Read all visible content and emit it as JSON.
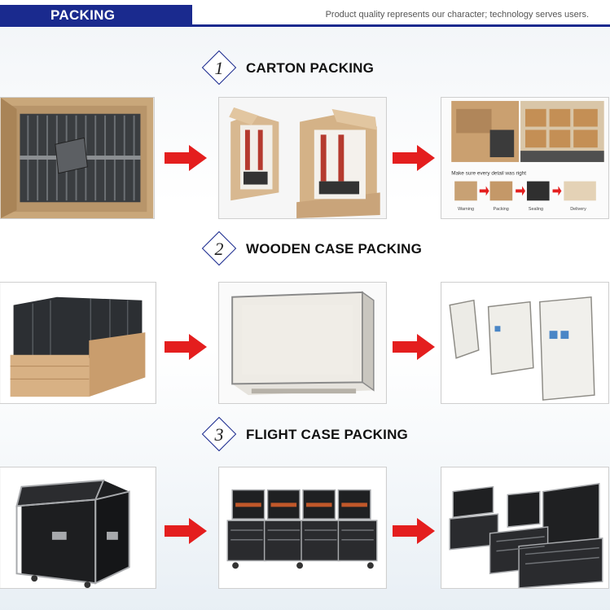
{
  "header": {
    "title": "PACKING",
    "slogan": "Product quality represents our character; technology serves users."
  },
  "sections": [
    {
      "number": "1",
      "title": "CARTON PACKING",
      "photos": [
        {
          "name": "carton-modules-in-box"
        },
        {
          "name": "carton-open-boxes"
        },
        {
          "name": "carton-warehouse-process",
          "caption": "Make sure every detail was right",
          "steps": [
            "Warning",
            "Packing",
            "Sealing",
            "Delivery"
          ]
        }
      ]
    },
    {
      "number": "2",
      "title": "WOODEN CASE PACKING",
      "photos": [
        {
          "name": "wooden-case-open-with-panels"
        },
        {
          "name": "wooden-case-closed"
        },
        {
          "name": "wooden-cases-three"
        }
      ]
    },
    {
      "number": "3",
      "title": "FLIGHT CASE PACKING",
      "photos": [
        {
          "name": "flight-case-closed"
        },
        {
          "name": "flight-cases-open-row"
        },
        {
          "name": "flight-cases-open-angled"
        }
      ]
    }
  ],
  "colors": {
    "brand_blue": "#1a2a8e",
    "arrow_red": "#e41e1e"
  },
  "icons": {
    "step_arrow": "arrow-right-icon"
  }
}
